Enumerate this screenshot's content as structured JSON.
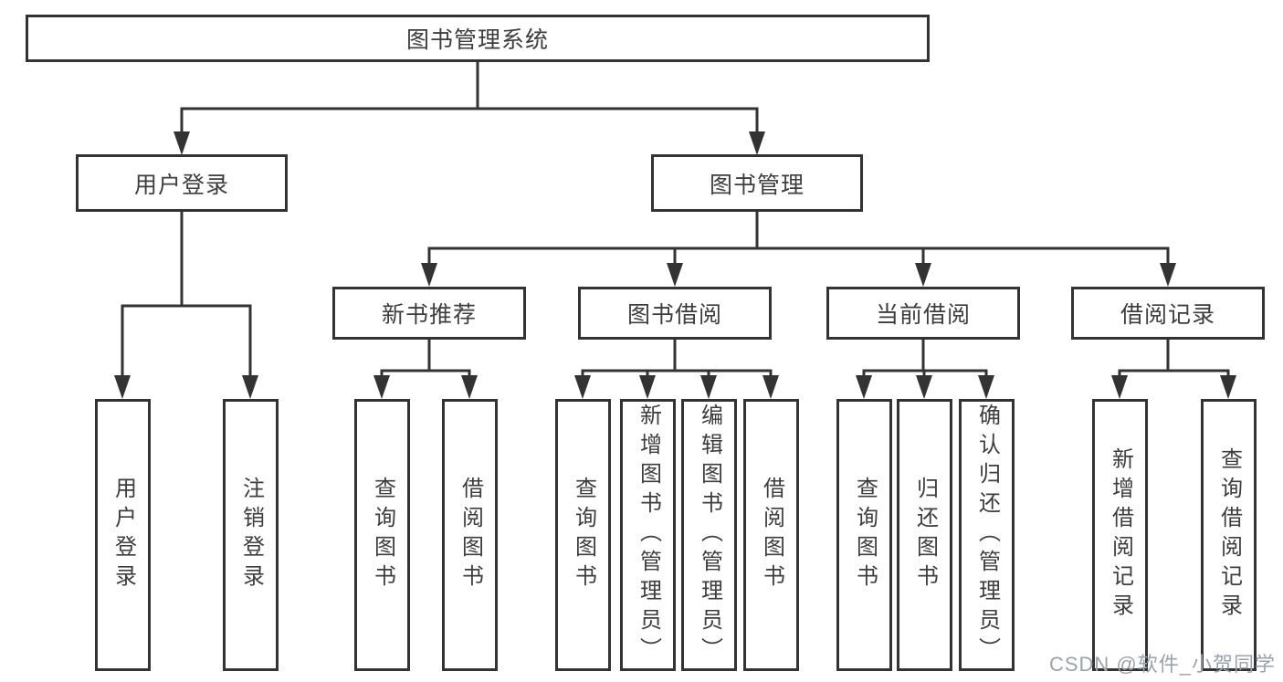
{
  "tree": {
    "title": "图书管理系统",
    "children": [
      {
        "label": "用户登录",
        "children": [
          {
            "label": "用户登录"
          },
          {
            "label": "注销登录"
          }
        ]
      },
      {
        "label": "图书管理",
        "children": [
          {
            "label": "新书推荐",
            "children": [
              {
                "label": "查询图书"
              },
              {
                "label": "借阅图书"
              }
            ]
          },
          {
            "label": "图书借阅",
            "children": [
              {
                "label": "查询图书"
              },
              {
                "label": "新增图书（管理员）"
              },
              {
                "label": "编辑图书（管理员）"
              },
              {
                "label": "借阅图书"
              }
            ]
          },
          {
            "label": "当前借阅",
            "children": [
              {
                "label": "查询图书"
              },
              {
                "label": "归还图书"
              },
              {
                "label": "确认归还（管理员）"
              }
            ]
          },
          {
            "label": "借阅记录",
            "children": [
              {
                "label": "新增借阅记录"
              },
              {
                "label": "查询借阅记录"
              }
            ]
          }
        ]
      }
    ]
  },
  "watermark": {
    "text": "CSDN @软件_小贺同学"
  },
  "colors": {
    "line": "#333333",
    "box_border": "#333333",
    "box_fill": "#ffffff",
    "text": "#3d3d3d",
    "watermark": "#9aa2ab"
  }
}
